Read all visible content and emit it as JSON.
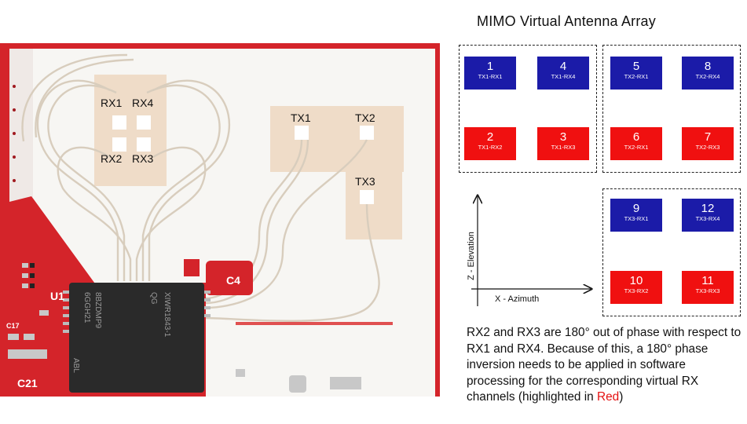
{
  "diagram": {
    "title": "MIMO  Virtual Antenna Array",
    "groups": [
      {
        "cells": [
          {
            "num": "1",
            "label": "TX1-RX1",
            "color": "blue"
          },
          {
            "num": "4",
            "label": "TX1-RX4",
            "color": "blue"
          },
          {
            "num": "2",
            "label": "TX1-RX2",
            "color": "red"
          },
          {
            "num": "3",
            "label": "TX1-RX3",
            "color": "red"
          }
        ]
      },
      {
        "cells": [
          {
            "num": "5",
            "label": "TX2-RX1",
            "color": "blue"
          },
          {
            "num": "8",
            "label": "TX2-RX4",
            "color": "blue"
          },
          {
            "num": "6",
            "label": "TX2-RX1",
            "color": "red"
          },
          {
            "num": "7",
            "label": "TX2-RX3",
            "color": "red"
          }
        ]
      },
      {
        "cells": [
          {
            "num": "9",
            "label": "TX3-RX1",
            "color": "blue"
          },
          {
            "num": "12",
            "label": "TX3-RX4",
            "color": "blue"
          },
          {
            "num": "10",
            "label": "TX3-RX2",
            "color": "red"
          },
          {
            "num": "11",
            "label": "TX3-RX3",
            "color": "red"
          }
        ]
      }
    ],
    "z_axis_label": "Z - Elevation",
    "x_axis_label": "X - Azimuth"
  },
  "note": {
    "text": "RX2 and RX3 are 180° out of phase with respect to RX1 and RX4. Because of this, a 180° phase inversion needs to be applied in software processing for the corresponding virtual RX channels (highlighted in ",
    "highlight": "Red",
    "suffix": ")"
  },
  "board": {
    "rx_labels": [
      "RX1",
      "RX4",
      "RX2",
      "RX3"
    ],
    "tx_labels": [
      "TX1",
      "TX2",
      "TX3"
    ],
    "component_labels": [
      "C4",
      "U1",
      "C17",
      "C21"
    ],
    "chip_text": [
      "XIWR1843-1",
      "QG",
      "8BZDMP9",
      "6GGH21",
      "ABL"
    ]
  },
  "colors": {
    "blue": "#1b1ba8",
    "red": "#f01010",
    "pcb_red": "#d4242a",
    "pad": "#eed9c4"
  }
}
